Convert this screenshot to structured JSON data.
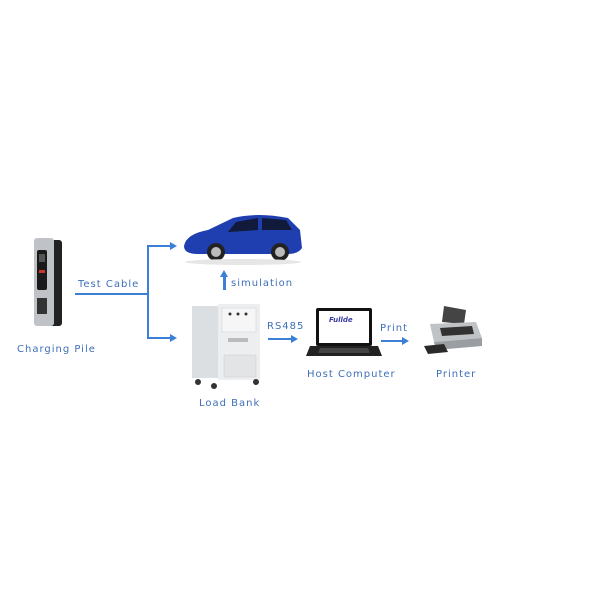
{
  "labels": {
    "charging_pile": "Charging Pile",
    "test_cable": "Test Cable",
    "simulation": "simulation",
    "load_bank": "Load Bank",
    "rs485": "RS485",
    "host_computer": "Host Computer",
    "print": "Print",
    "printer": "Printer"
  },
  "laptop_logo": "Fullde",
  "colors": {
    "accent": "#3b7fd6",
    "text": "#3d6fb8",
    "car": "#1f3fb0"
  }
}
